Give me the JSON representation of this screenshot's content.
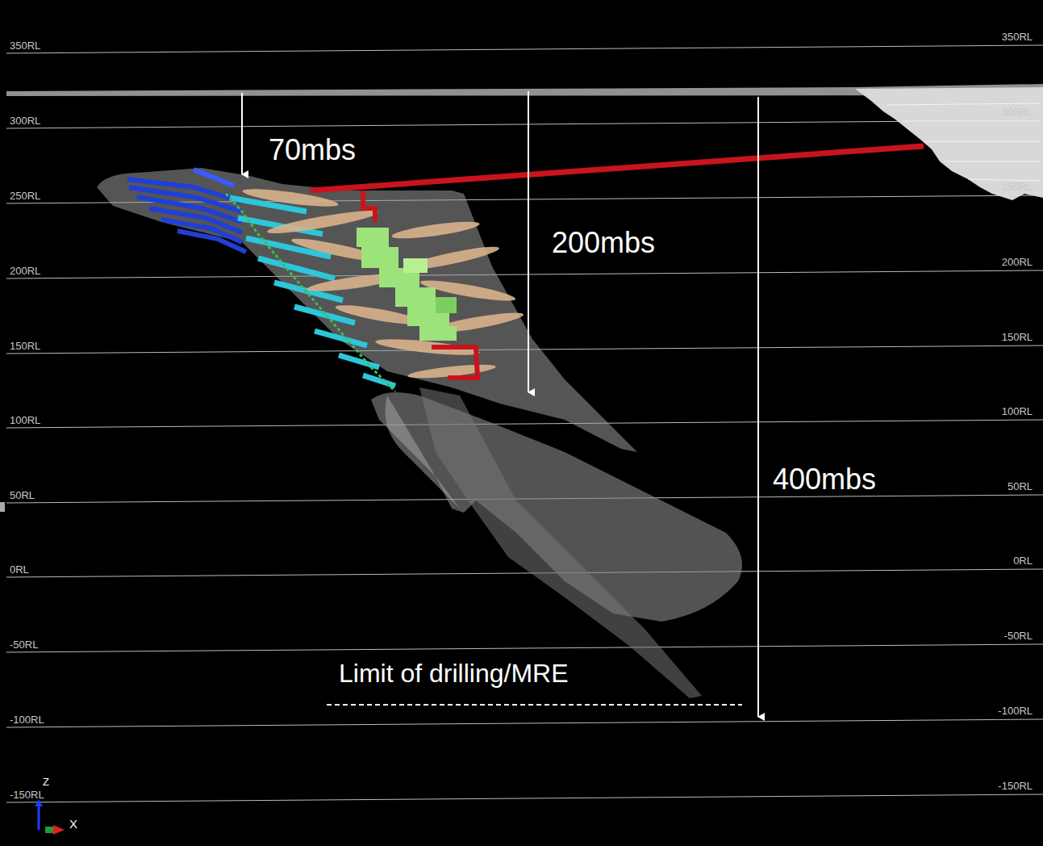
{
  "diagram": {
    "labels": [
      "350RL",
      "300RL",
      "250RL",
      "200RL",
      "150RL",
      "100RL",
      "50RL",
      "0RL",
      "-50RL",
      "-100RL",
      "-150RL",
      "350RL",
      "300RL",
      "250RL",
      "200RL",
      "150RL",
      "100RL",
      "50RL",
      "0RL",
      "-50RL",
      "-100RL",
      "-150RL",
      "70mbs",
      "200mbs",
      "400mbs",
      "Limit of drilling/MRE",
      "Z",
      "X"
    ]
  }
}
